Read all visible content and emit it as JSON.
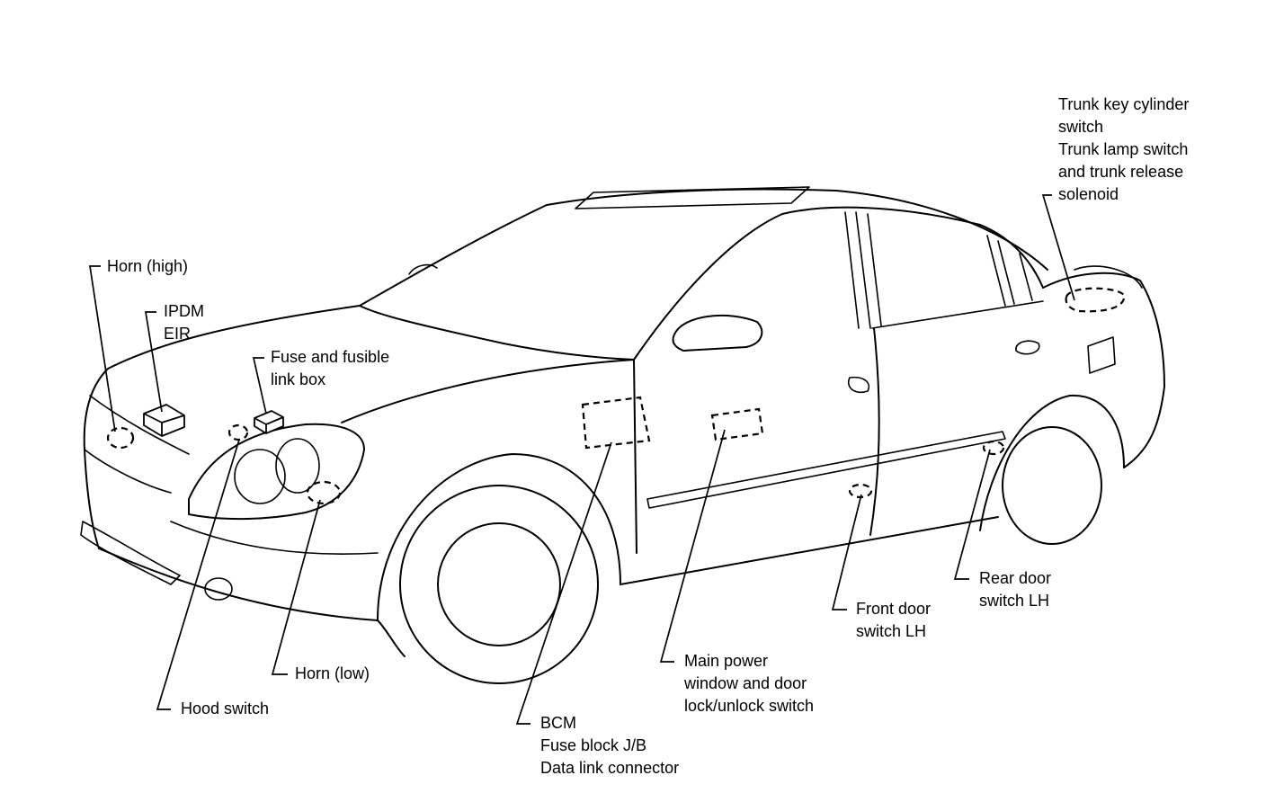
{
  "labels": {
    "horn_high": [
      "Horn (high)"
    ],
    "ipdm": [
      "IPDM",
      "EIR"
    ],
    "fuse_box": [
      "Fuse and fusible",
      "link box"
    ],
    "horn_low": [
      "Horn (low)"
    ],
    "hood_switch": [
      "Hood switch"
    ],
    "bcm": [
      "BCM",
      "Fuse block J/B",
      "Data link connector"
    ],
    "main_power_window": [
      "Main power",
      "window and door",
      "lock/unlock switch"
    ],
    "front_door_switch": [
      "Front door",
      "switch LH"
    ],
    "rear_door_switch": [
      "Rear door",
      "switch LH"
    ],
    "trunk": [
      "Trunk key cylinder",
      "switch",
      "Trunk lamp switch",
      "and trunk release",
      "solenoid"
    ]
  }
}
